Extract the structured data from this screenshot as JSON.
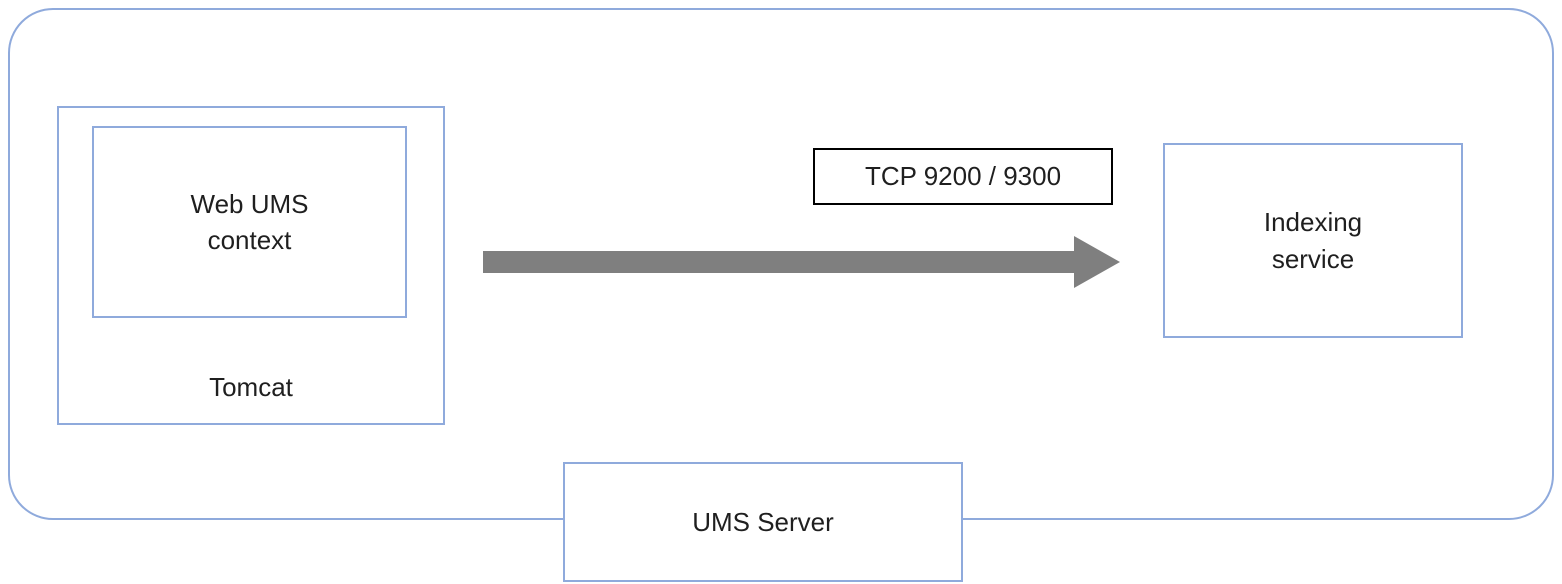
{
  "diagram": {
    "type": "architecture-diagram",
    "nodes": {
      "web_ums": {
        "label": "Web UMS\ncontext"
      },
      "tomcat": {
        "label": "Tomcat"
      },
      "indexing": {
        "label": "Indexing\nservice"
      },
      "ums_server": {
        "label": "UMS Server"
      }
    },
    "connections": {
      "tomcat_to_indexing": {
        "label": "TCP 9200 / 9300",
        "direction": "right"
      }
    },
    "colors": {
      "box_border": "#8faadc",
      "tcp_border": "#000000",
      "arrow": "#7f7f7f",
      "text": "#1f1f1f",
      "bg": "#ffffff"
    }
  }
}
